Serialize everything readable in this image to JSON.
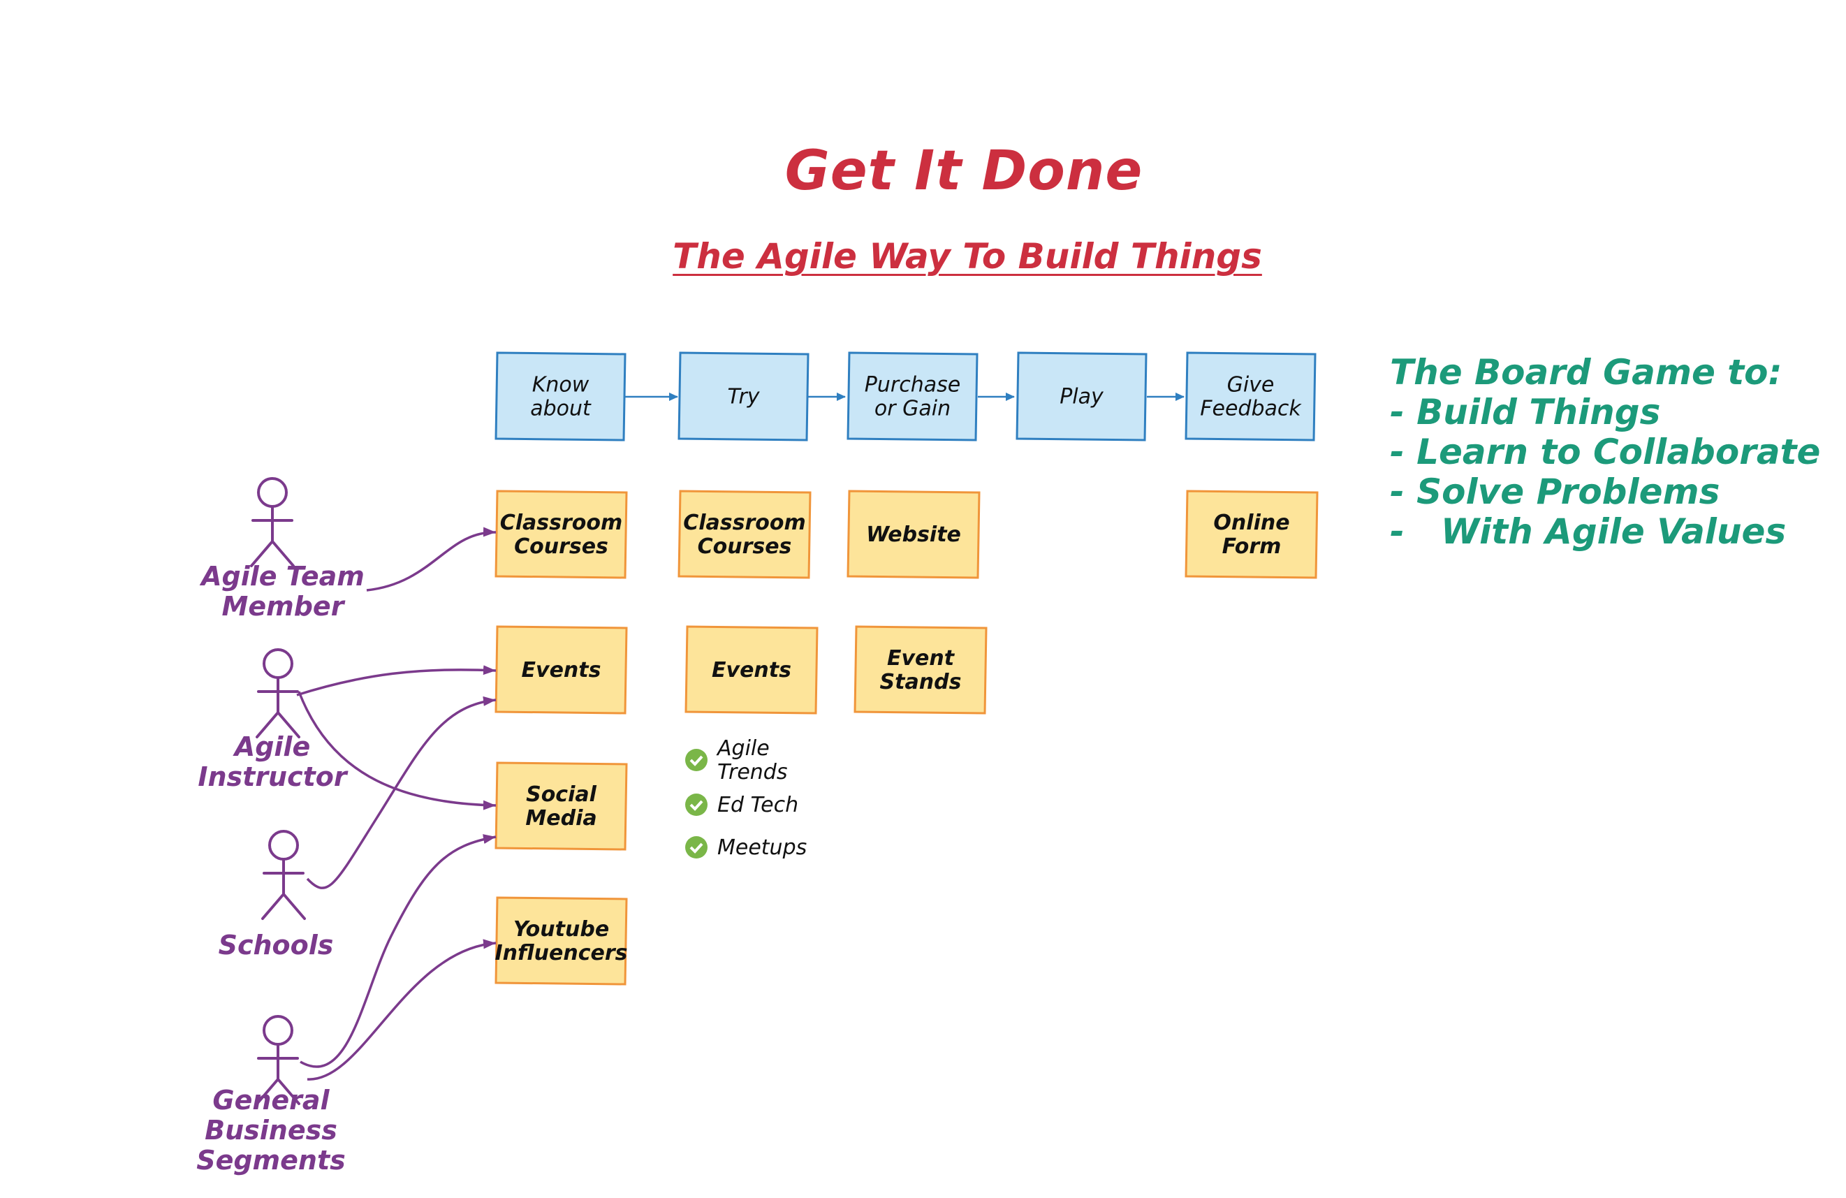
{
  "header": {
    "title": "Get It Done",
    "subtitle": "The Agile Way To Build Things"
  },
  "stages": [
    {
      "lines": [
        "Know",
        "about"
      ]
    },
    {
      "lines": [
        "Try"
      ]
    },
    {
      "lines": [
        "Purchase",
        "or Gain"
      ]
    },
    {
      "lines": [
        "Play"
      ]
    },
    {
      "lines": [
        "Give",
        "Feedback"
      ]
    }
  ],
  "channels": {
    "know_about": [
      {
        "lines": [
          "Classroom",
          "Courses"
        ]
      },
      {
        "lines": [
          "Events"
        ]
      },
      {
        "lines": [
          "Social",
          "Media"
        ]
      },
      {
        "lines": [
          "Youtube",
          "Influencers"
        ]
      }
    ],
    "try": [
      {
        "lines": [
          "Classroom",
          "Courses"
        ]
      },
      {
        "lines": [
          "Events"
        ]
      }
    ],
    "purchase": [
      {
        "lines": [
          "Website"
        ]
      },
      {
        "lines": [
          "Event",
          "Stands"
        ]
      }
    ],
    "feedback": [
      {
        "lines": [
          "Online",
          "Form"
        ]
      }
    ]
  },
  "event_checklist": [
    "Agile Trends",
    "Ed Tech",
    "Meetups"
  ],
  "actors": [
    {
      "lines": [
        "Agile Team",
        "Member"
      ]
    },
    {
      "lines": [
        "Agile",
        "Instructor"
      ]
    },
    {
      "lines": [
        "Schools"
      ]
    },
    {
      "lines": [
        "General",
        "Business",
        "Segments"
      ]
    }
  ],
  "board_game": {
    "lines": [
      "The Board Game to:",
      "- Build Things",
      "- Learn to Collaborate",
      "- Solve Problems",
      "-   With Agile Values"
    ]
  },
  "colors": {
    "title": "#cc2f3f",
    "stage_fill": "#c9e6f7",
    "stage_stroke": "#2f7fc0",
    "channel_fill": "#fde49a",
    "channel_stroke": "#f0953a",
    "actor": "#7b3a8c",
    "check": "#7ab648",
    "side_text": "#1c9a7a"
  }
}
